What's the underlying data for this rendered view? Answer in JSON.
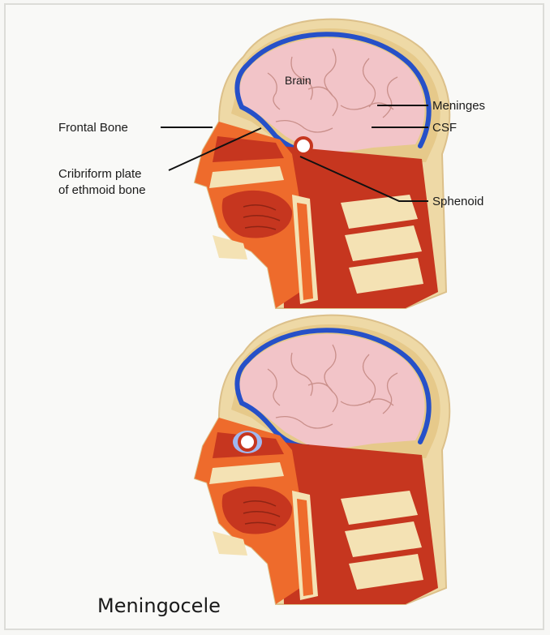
{
  "labels": {
    "brain": "Brain",
    "meninges": "Meninges",
    "csf": "CSF",
    "frontal_bone": "Frontal Bone",
    "cribriform_line1": "Cribriform plate",
    "cribriform_line2": "of ethmoid bone",
    "sphenoid": "Sphenoid"
  },
  "caption": "Meningocele",
  "colors": {
    "skin": "#eed9a6",
    "brain": "#f2c4c8",
    "meninges": "#2650c8",
    "tissue_dark": "#c6361f",
    "tissue_light": "#ee6b2c",
    "bone": "#f4e2b4",
    "background": "#f9f9f7"
  }
}
